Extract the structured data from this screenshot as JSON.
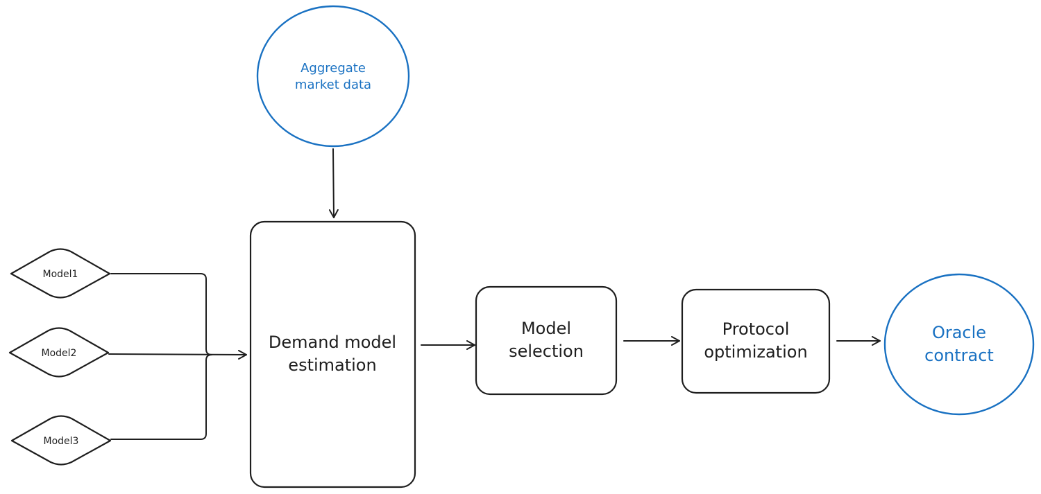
{
  "diagram": {
    "nodes": {
      "aggregate_market_data": {
        "line1": "Aggregate",
        "line2": "market data",
        "shape": "circle",
        "color": "#1971c2"
      },
      "model1": {
        "label": "Model1",
        "shape": "diamond"
      },
      "model2": {
        "label": "Model2",
        "shape": "diamond"
      },
      "model3": {
        "label": "Model3",
        "shape": "diamond"
      },
      "demand_model_estimation": {
        "line1": "Demand model",
        "line2": "estimation",
        "shape": "rounded-rectangle"
      },
      "model_selection": {
        "line1": "Model",
        "line2": "selection",
        "shape": "rounded-rectangle"
      },
      "protocol_optimization": {
        "line1": "Protocol",
        "line2": "optimization",
        "shape": "rounded-rectangle"
      },
      "oracle_contract": {
        "line1": "Oracle",
        "line2": "contract",
        "shape": "circle",
        "color": "#1971c2"
      }
    },
    "edges": [
      {
        "from": "aggregate_market_data",
        "to": "demand_model_estimation"
      },
      {
        "from": "model1",
        "to": "demand_model_estimation"
      },
      {
        "from": "model2",
        "to": "demand_model_estimation"
      },
      {
        "from": "model3",
        "to": "demand_model_estimation"
      },
      {
        "from": "demand_model_estimation",
        "to": "model_selection"
      },
      {
        "from": "model_selection",
        "to": "protocol_optimization"
      },
      {
        "from": "protocol_optimization",
        "to": "oracle_contract"
      }
    ],
    "colors": {
      "stroke": "#1e1e1e",
      "accent": "#1971c2",
      "background": "#ffffff"
    }
  }
}
